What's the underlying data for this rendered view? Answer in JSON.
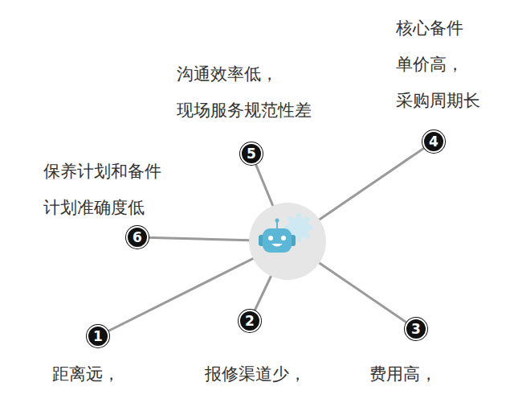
{
  "diagram": {
    "nodes": [
      {
        "text": [
          "1"
        ]
      },
      {
        "text": [
          "2"
        ]
      },
      {
        "text": [
          "3"
        ]
      },
      {
        "text": [
          "4"
        ]
      },
      {
        "text": [
          "5"
        ]
      },
      {
        "text": [
          "6"
        ]
      }
    ],
    "labels": [
      "沟通效率低， 现场服务规范性差",
      "核心备件 单价高， 采购周期长",
      "保养计划和备件 计划准确度低",
      "距离远，",
      "报修渠道少，",
      "费用高，"
    ]
  }
}
